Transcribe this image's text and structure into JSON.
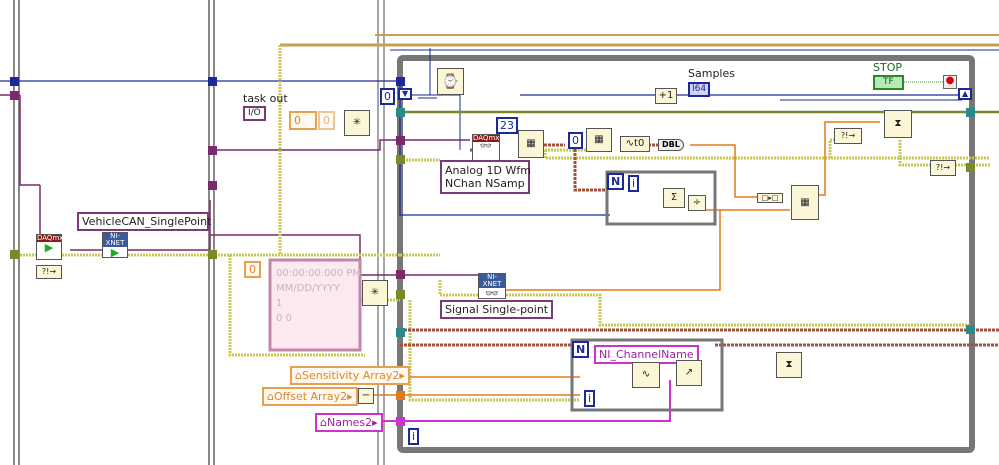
{
  "colors": {
    "wire_numeric_dbl": "#e07a1a",
    "wire_int": "#1a2a9a",
    "wire_error": "#c8c850",
    "wire_daq_task": "#7a2a6a",
    "wire_string": "#cc33cc",
    "wire_waveform": "#8b4a2a",
    "loop_border": "#777777",
    "node_bg": "#fbf7d6"
  },
  "labels": {
    "task_out": "task out",
    "samples": "Samples",
    "stop": "STOP"
  },
  "indicators": {
    "task_out": "I/O",
    "samples": "I64",
    "stop": "TF",
    "dbl": "DBL"
  },
  "constants": {
    "zero_a": "0",
    "zero_b": "0",
    "zero_ghost": "0",
    "twenty_three": "23",
    "zero_c": "0",
    "zero_d": "0",
    "one": "1",
    "zero_e": "0",
    "zero_f": "0",
    "t0": "t0",
    "plus_one": "+1"
  },
  "timestamp": {
    "time": "00:00:00.000 PM",
    "date": "MM/DD/YYYY"
  },
  "dropdowns": {
    "analog": "Analog 1D Wfm NChan NSamp",
    "analog_line1": "Analog 1D Wfm",
    "analog_line2": "NChan NSamp",
    "vehicle_can": "VehicleCAN_SinglePoint",
    "signal": "Signal Single-point"
  },
  "headers": {
    "daqmx": "DAQmx",
    "xnet": "NI-XNET"
  },
  "loops": {
    "count": "N",
    "iteration": "i"
  },
  "strings": {
    "channel_name": "NI_ChannelName"
  },
  "locals": {
    "sensitivity": "Sensitivity Array2",
    "offset": "Offset Array2",
    "names": "Names2"
  }
}
